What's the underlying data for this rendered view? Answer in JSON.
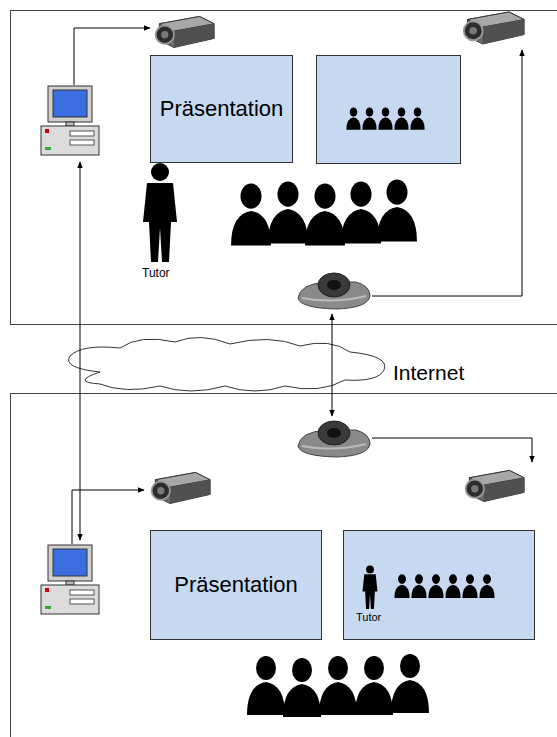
{
  "diagram": {
    "nodes": [
      {
        "text": [
          "Präsentation"
        ]
      },
      {
        "text": [
          "Präsentation"
        ]
      },
      {
        "text": [
          "Tutor"
        ]
      }
    ],
    "labels": [
      "Tutor",
      "Internet"
    ]
  }
}
